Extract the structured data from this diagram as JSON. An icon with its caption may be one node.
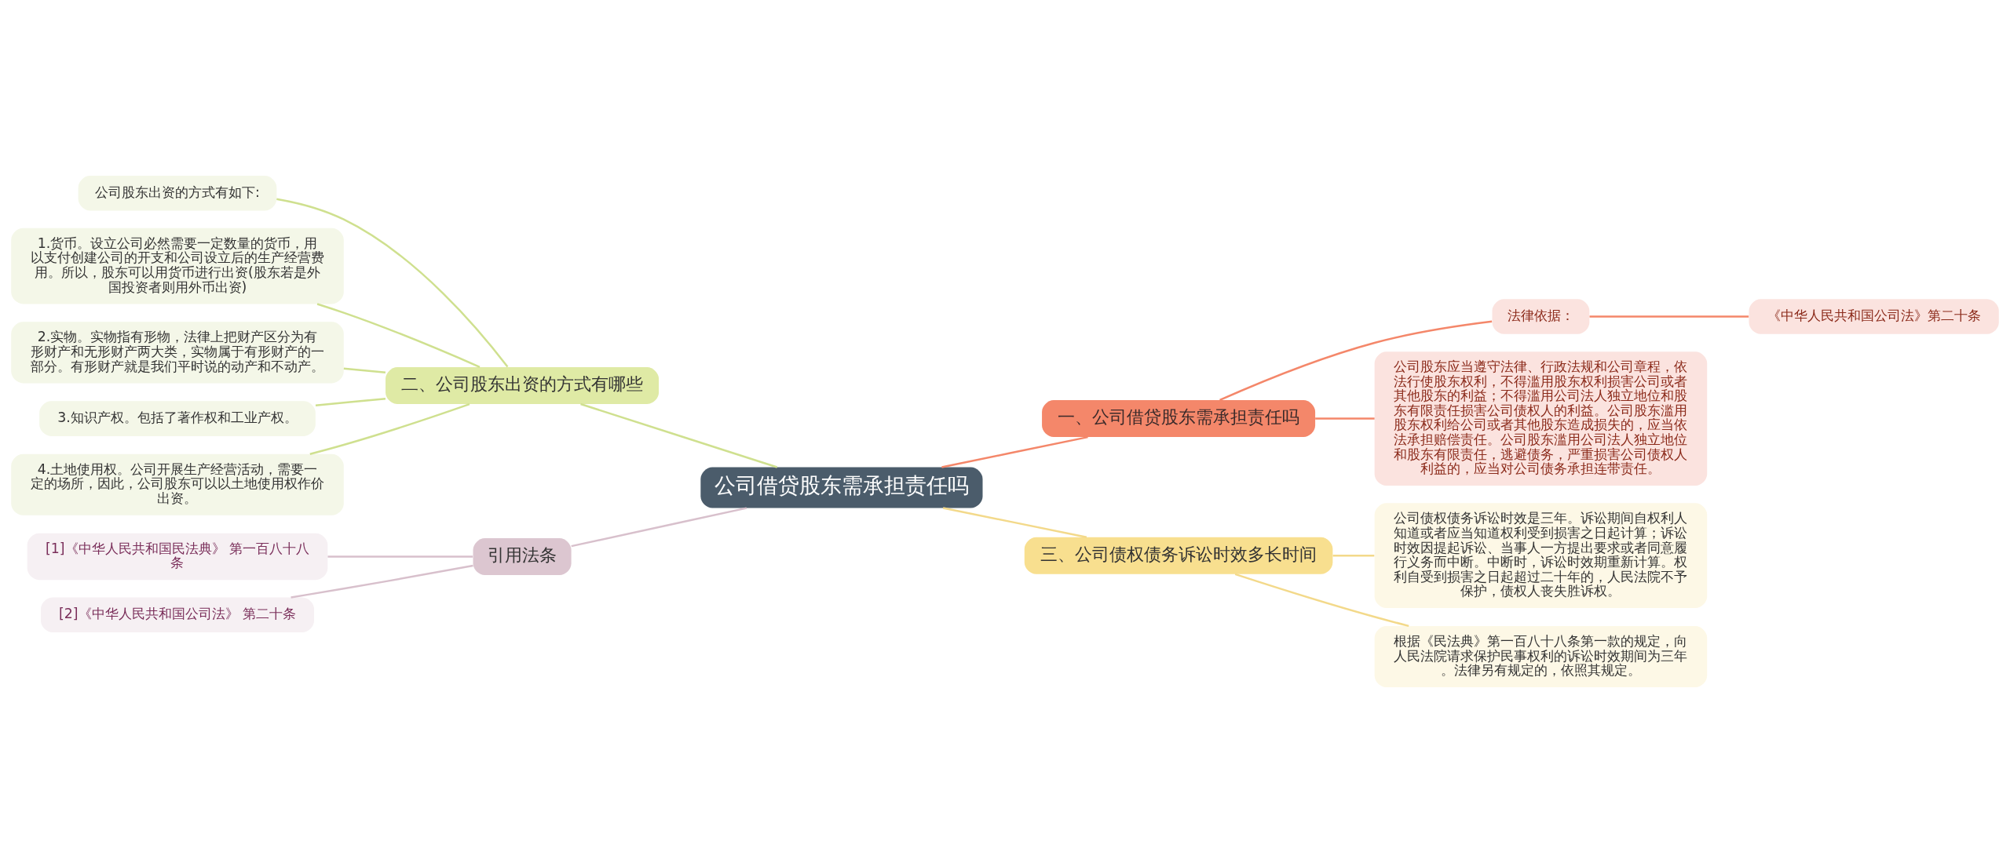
{
  "diagram": {
    "nodes": [
      {
        "text": [
          "公司借贷股东需承担责任吗"
        ]
      },
      {
        "text": [
          "一、公司借贷股东需承担责任吗"
        ]
      },
      {
        "text": [
          "法律依据："
        ]
      },
      {
        "text": [
          "《中华人民共和国公司法》第二十条"
        ]
      },
      {
        "text": [
          "公司股东应当遵守法律、行政法规和公司章程，依法行使股东权利，不得滥用股东权利损害公司或者其他股东的利益；不得滥用公司法人独立地位和股东有限责任损害公司债权人的利益。公司股东滥用股东权利给公司或者其他股东造成损失的，应当依法承担赔偿责任。公司股东滥用公司法人独立地位和股东有限责任，逃避债务，严重损害公司债权人利益的，应当对公司债务承担连带责任。"
        ]
      },
      {
        "text": [
          "三、公司债权债务诉讼时效多长时间"
        ]
      },
      {
        "text": [
          "公司债权债务诉讼时效是三年。诉讼期间自权利人知道或者应当知道权利受到损害之日起计算；诉讼时效因提起诉讼、当事人一方提出要求或者同意履行义务而中断。中断时，诉讼时效期重新计算。权利自受到损害之日起超过二十年的，人民法院不予保护，债权人丧失胜诉权。"
        ]
      },
      {
        "text": [
          "根据《民法典》第一百八十八条第一款的规定，向人民法院请求保护民事权利的诉讼时效期间为三年。法律另有规定的，依照其规定。"
        ]
      },
      {
        "text": [
          "二、公司股东出资的方式有哪些"
        ]
      },
      {
        "text": [
          "公司股东出资的方式有如下:"
        ]
      },
      {
        "text": [
          "1.货币。设立公司必然需要一定数量的货币，用以支付创建公司的开支和公司设立后的生产经营费用。所以，股东可以用货币进行出资(股东若是外国投资者则用外币出资)"
        ]
      },
      {
        "text": [
          "2.实物。实物指有形物，法律上把财产区分为有形财产和无形财产两大类，实物属于有形财产的一部分。有形财产就是我们平时说的动产和不动产。"
        ]
      },
      {
        "text": [
          "3.知识产权。包括了著作权和工业产权。"
        ]
      },
      {
        "text": [
          "4.土地使用权。公司开展生产经营活动，需要一定的场所，因此，公司股东可以以土地使用权作价出资。"
        ]
      },
      {
        "text": [
          "引用法条"
        ]
      },
      {
        "text": [
          "[1]《中华人民共和国民法典》 第一百八十八条"
        ]
      },
      {
        "text": [
          "[2]《中华人民共和国公司法》 第二十条"
        ]
      }
    ],
    "edges": [
      {
        "from": 0,
        "to": 1,
        "arrow": "none",
        "color": "#f4876a"
      },
      {
        "from": 1,
        "to": 2,
        "arrow": "none",
        "color": "#f4876a"
      },
      {
        "from": 2,
        "to": 3,
        "arrow": "none",
        "color": "#f4876a"
      },
      {
        "from": 1,
        "to": 4,
        "arrow": "none",
        "color": "#f4876a"
      },
      {
        "from": 0,
        "to": 5,
        "arrow": "none",
        "color": "#f3d98a"
      },
      {
        "from": 5,
        "to": 6,
        "arrow": "none",
        "color": "#f3d98a"
      },
      {
        "from": 5,
        "to": 7,
        "arrow": "none",
        "color": "#f3d98a"
      },
      {
        "from": 0,
        "to": 8,
        "arrow": "none",
        "color": "#cfe08f"
      },
      {
        "from": 8,
        "to": 9,
        "arrow": "none",
        "color": "#cfe08f"
      },
      {
        "from": 8,
        "to": 10,
        "arrow": "none",
        "color": "#cfe08f"
      },
      {
        "from": 8,
        "to": 11,
        "arrow": "none",
        "color": "#cfe08f"
      },
      {
        "from": 8,
        "to": 12,
        "arrow": "none",
        "color": "#cfe08f"
      },
      {
        "from": 8,
        "to": 13,
        "arrow": "none",
        "color": "#cfe08f"
      },
      {
        "from": 0,
        "to": 14,
        "arrow": "none",
        "color": "#d8c0cc"
      },
      {
        "from": 14,
        "to": 15,
        "arrow": "none",
        "color": "#d8c0cc"
      },
      {
        "from": 14,
        "to": 16,
        "arrow": "none",
        "color": "#d8c0cc"
      }
    ]
  }
}
